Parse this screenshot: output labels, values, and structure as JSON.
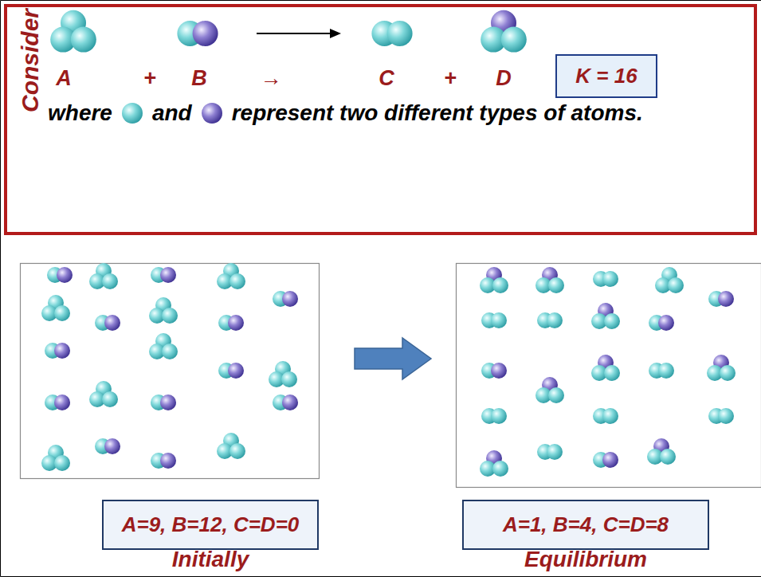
{
  "diagram": {
    "nodes": [
      {
        "text": [
          "Consider",
          "A",
          "+",
          "B",
          "→",
          "C",
          "+",
          "D",
          "where",
          "and",
          "represent two different types of atoms."
        ]
      },
      {
        "text": [
          "K = 16"
        ],
        "in": 0
      },
      {
        "text": [
          "A=9, B=12, C=D=0",
          "Initially"
        ]
      },
      {
        "text": [
          "A=1, B=4, C=D=8",
          "Equilibrium"
        ]
      }
    ]
  }
}
